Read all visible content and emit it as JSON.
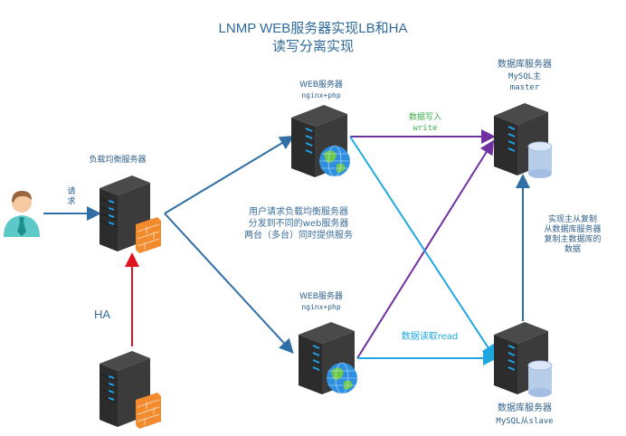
{
  "title": {
    "line1": "LNMP WEB服务器实现LB和HA",
    "line2": "读写分离实现"
  },
  "nodes": {
    "client": {
      "icon": "user-icon",
      "request_label": "请求"
    },
    "load_balancer": {
      "label": "负载均衡服务器",
      "icon": "firewall-server-icon"
    },
    "ha_backup": {
      "label": "HA",
      "icon": "firewall-server-icon"
    },
    "web1": {
      "label": "WEB服务器",
      "sub": "nginx+php",
      "icon": "web-server-icon"
    },
    "web2": {
      "label": "WEB服务器",
      "sub": "nginx+php",
      "icon": "web-server-icon"
    },
    "db_master": {
      "label": "数据库服务器",
      "sub1": "MySQL主",
      "sub2": "master",
      "icon": "database-server-icon"
    },
    "db_slave": {
      "label": "数据库服务器",
      "sub": "MySQL从slave",
      "icon": "database-server-icon"
    }
  },
  "annotations": {
    "lb_note": [
      "用户请求负载均衡服务器",
      "分发到不同的web服务器",
      "两台（多台）同时提供服务"
    ],
    "write": {
      "line1": "数据写入",
      "line2": "write"
    },
    "read": "数据读取read",
    "replication": [
      "实现主从复制",
      "从数据库服务器",
      "复制主数据库的",
      "数据"
    ]
  },
  "colors": {
    "request_line": "#2f6fa5",
    "ha_line": "#e0141e",
    "write_line": "#7030a0",
    "read_line": "#1fa8e0",
    "write_text": "#3bb14a",
    "read_text": "#1fa8e0",
    "title_text": "#2f6a9a"
  }
}
